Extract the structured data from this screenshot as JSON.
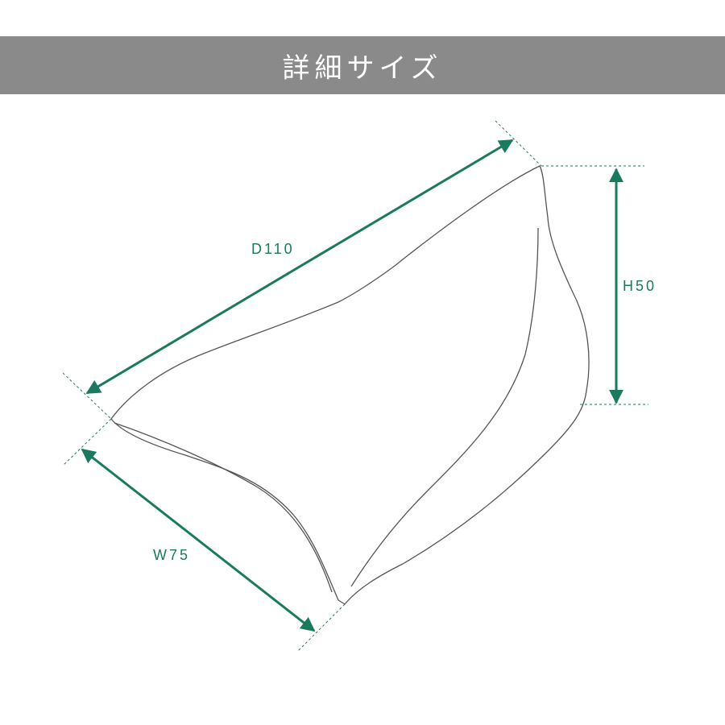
{
  "header": {
    "title": "詳細サイズ"
  },
  "colors": {
    "header_bg": "#8a8a8a",
    "dimension": "#1a7a5e",
    "outline": "#555555"
  },
  "dimensions": {
    "depth": {
      "label": "D110"
    },
    "height": {
      "label": "H50"
    },
    "width": {
      "label": "W75"
    }
  }
}
